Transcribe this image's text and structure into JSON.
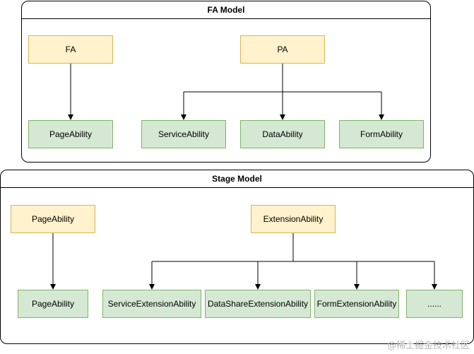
{
  "fa_model": {
    "title": "FA  Model",
    "fa": "FA",
    "pa": "PA",
    "page_ability": "PageAbility",
    "service_ability": "ServiceAbility",
    "data_ability": "DataAbility",
    "form_ability": "FormAbility"
  },
  "stage_model": {
    "title": "Stage Model",
    "page_ability_parent": "PageAbility",
    "extension_ability": "ExtensionAbility",
    "page_ability_child": "PageAbility",
    "service_extension_ability": "ServiceExtensionAbility",
    "datashare_extension_ability": "DataShareExtensionAbility",
    "form_extension_ability": "FormExtensionAbility",
    "more": "......"
  },
  "watermark": "@稀土掘金技术社区",
  "colors": {
    "parent_fill": "#fff2cc",
    "parent_border": "#d6b656",
    "child_fill": "#d5e8d4",
    "child_border": "#82b366",
    "line": "#000000"
  }
}
